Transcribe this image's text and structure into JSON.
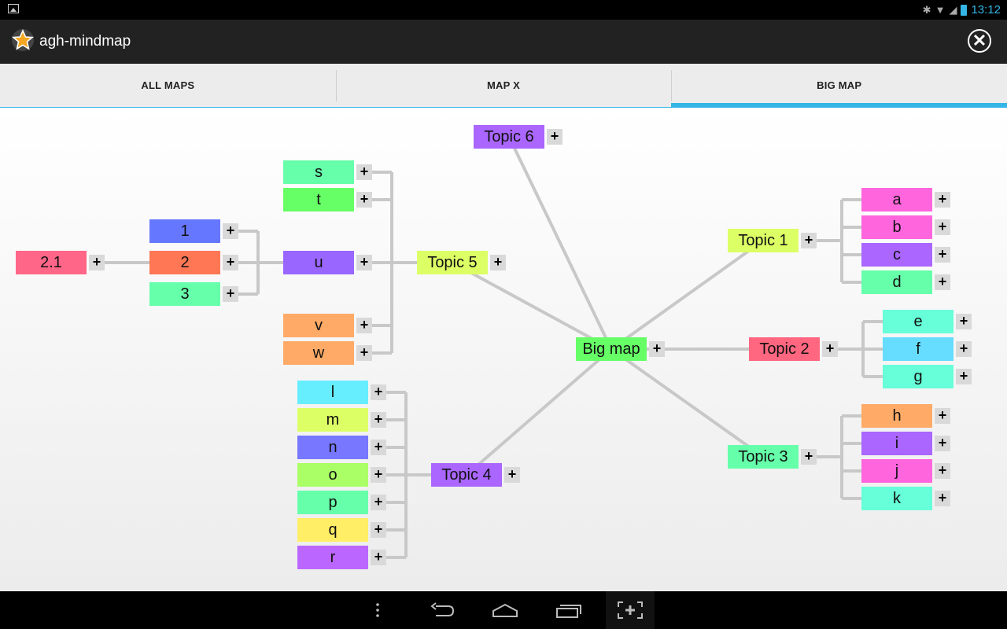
{
  "status": {
    "time": "13:12"
  },
  "app": {
    "title": "agh-mindmap"
  },
  "tabs": [
    {
      "label": "ALL MAPS",
      "active": false
    },
    {
      "label": "MAP X",
      "active": false
    },
    {
      "label": "BIG MAP",
      "active": true
    }
  ],
  "colors": {
    "accent": "#33b5e5",
    "link": "#c8c8c8",
    "plus_bg": "#d9d9d9"
  },
  "mindmap": {
    "expand_label": "+",
    "nodes": [
      {
        "id": "big",
        "label": "Big map",
        "color": "#66ff66",
        "parent": null
      },
      {
        "id": "t1",
        "label": "Topic 1",
        "color": "#ddff66",
        "parent": "big"
      },
      {
        "id": "t2",
        "label": "Topic 2",
        "color": "#ff6680",
        "parent": "big"
      },
      {
        "id": "t3",
        "label": "Topic 3",
        "color": "#66ffaa",
        "parent": "big"
      },
      {
        "id": "t4",
        "label": "Topic 4",
        "color": "#aa66ff",
        "parent": "big"
      },
      {
        "id": "t5",
        "label": "Topic 5",
        "color": "#ddff66",
        "parent": "big"
      },
      {
        "id": "t6",
        "label": "Topic 6",
        "color": "#aa66ff",
        "parent": "big"
      },
      {
        "id": "a",
        "label": "a",
        "color": "#ff66dd",
        "parent": "t1"
      },
      {
        "id": "b",
        "label": "b",
        "color": "#ff66dd",
        "parent": "t1"
      },
      {
        "id": "c",
        "label": "c",
        "color": "#aa66ff",
        "parent": "t1"
      },
      {
        "id": "d",
        "label": "d",
        "color": "#66ffaa",
        "parent": "t1"
      },
      {
        "id": "e",
        "label": "e",
        "color": "#66ffd9",
        "parent": "t2"
      },
      {
        "id": "f",
        "label": "f",
        "color": "#66ddff",
        "parent": "t2"
      },
      {
        "id": "g",
        "label": "g",
        "color": "#66ffd9",
        "parent": "t2"
      },
      {
        "id": "h",
        "label": "h",
        "color": "#ffaa66",
        "parent": "t3"
      },
      {
        "id": "i",
        "label": "i",
        "color": "#aa66ff",
        "parent": "t3"
      },
      {
        "id": "j",
        "label": "j",
        "color": "#ff66dd",
        "parent": "t3"
      },
      {
        "id": "k",
        "label": "k",
        "color": "#66ffd9",
        "parent": "t3"
      },
      {
        "id": "l",
        "label": "l",
        "color": "#66eeff",
        "parent": "t4"
      },
      {
        "id": "m",
        "label": "m",
        "color": "#ddff66",
        "parent": "t4"
      },
      {
        "id": "n",
        "label": "n",
        "color": "#7777ff",
        "parent": "t4"
      },
      {
        "id": "o",
        "label": "o",
        "color": "#aaff66",
        "parent": "t4"
      },
      {
        "id": "p",
        "label": "p",
        "color": "#66ffaa",
        "parent": "t4"
      },
      {
        "id": "q",
        "label": "q",
        "color": "#ffee66",
        "parent": "t4"
      },
      {
        "id": "r",
        "label": "r",
        "color": "#bb66ff",
        "parent": "t4"
      },
      {
        "id": "s",
        "label": "s",
        "color": "#66ffaa",
        "parent": "t5"
      },
      {
        "id": "t",
        "label": "t",
        "color": "#66ff66",
        "parent": "t5"
      },
      {
        "id": "u",
        "label": "u",
        "color": "#9966ff",
        "parent": "t5"
      },
      {
        "id": "v",
        "label": "v",
        "color": "#ffaa66",
        "parent": "t5"
      },
      {
        "id": "w",
        "label": "w",
        "color": "#ffaa66",
        "parent": "t5"
      },
      {
        "id": "n1",
        "label": "1",
        "color": "#6677ff",
        "parent": "u"
      },
      {
        "id": "n2",
        "label": "2",
        "color": "#ff7755",
        "parent": "u"
      },
      {
        "id": "n3",
        "label": "3",
        "color": "#66ffaa",
        "parent": "u"
      },
      {
        "id": "n21",
        "label": "2.1",
        "color": "#ff6688",
        "parent": "n2"
      }
    ]
  },
  "navbar": {
    "icons": [
      "menu-icon",
      "back-icon",
      "home-icon",
      "recents-icon",
      "screenshot-icon"
    ]
  }
}
